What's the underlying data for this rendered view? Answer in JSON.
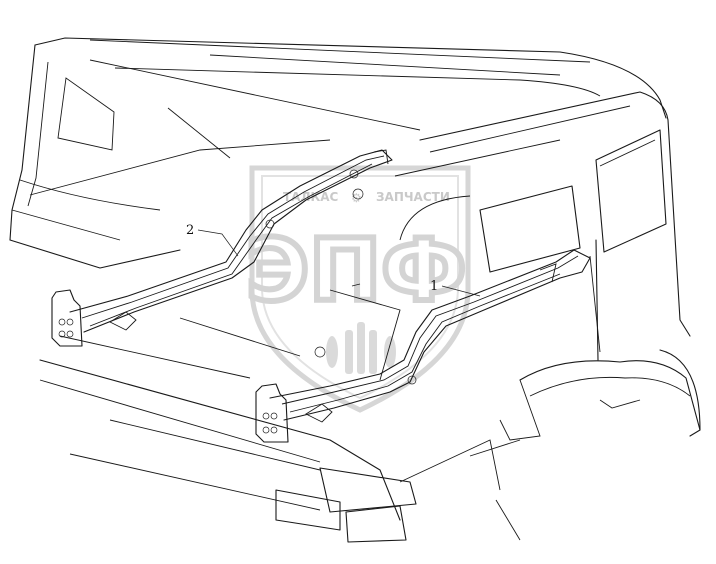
{
  "drawing": {
    "callout_1": "1",
    "callout_2": "2"
  },
  "watermark": {
    "left_text": "ТАЛКАС",
    "right_text": "ЗАПЧАСТИ",
    "logo_letters": "ЭПФ",
    "color": "#cfcfcf"
  }
}
